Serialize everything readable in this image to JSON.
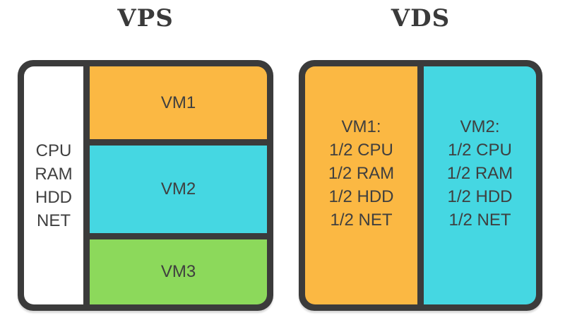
{
  "titles": {
    "left": "VPS",
    "right": "VDS"
  },
  "colors": {
    "border": "#3b3b3b",
    "orange": "#fbb843",
    "cyan": "#45d7e2",
    "green": "#8cd95b",
    "white": "#ffffff",
    "text": "#3f3f3f"
  },
  "vps_box": {
    "host_resources": [
      "CPU",
      "RAM",
      "HDD",
      "NET"
    ],
    "vms": [
      {
        "label": "VM1",
        "color": "orange"
      },
      {
        "label": "VM2",
        "color": "cyan"
      },
      {
        "label": "VM3",
        "color": "green"
      }
    ]
  },
  "vds_box": {
    "vms": [
      {
        "title": "VM1:",
        "resources": [
          "1/2 CPU",
          "1/2 RAM",
          "1/2 HDD",
          "1/2 NET"
        ],
        "color": "orange"
      },
      {
        "title": "VM2:",
        "resources": [
          "1/2 CPU",
          "1/2 RAM",
          "1/2 HDD",
          "1/2 NET"
        ],
        "color": "cyan"
      }
    ]
  }
}
